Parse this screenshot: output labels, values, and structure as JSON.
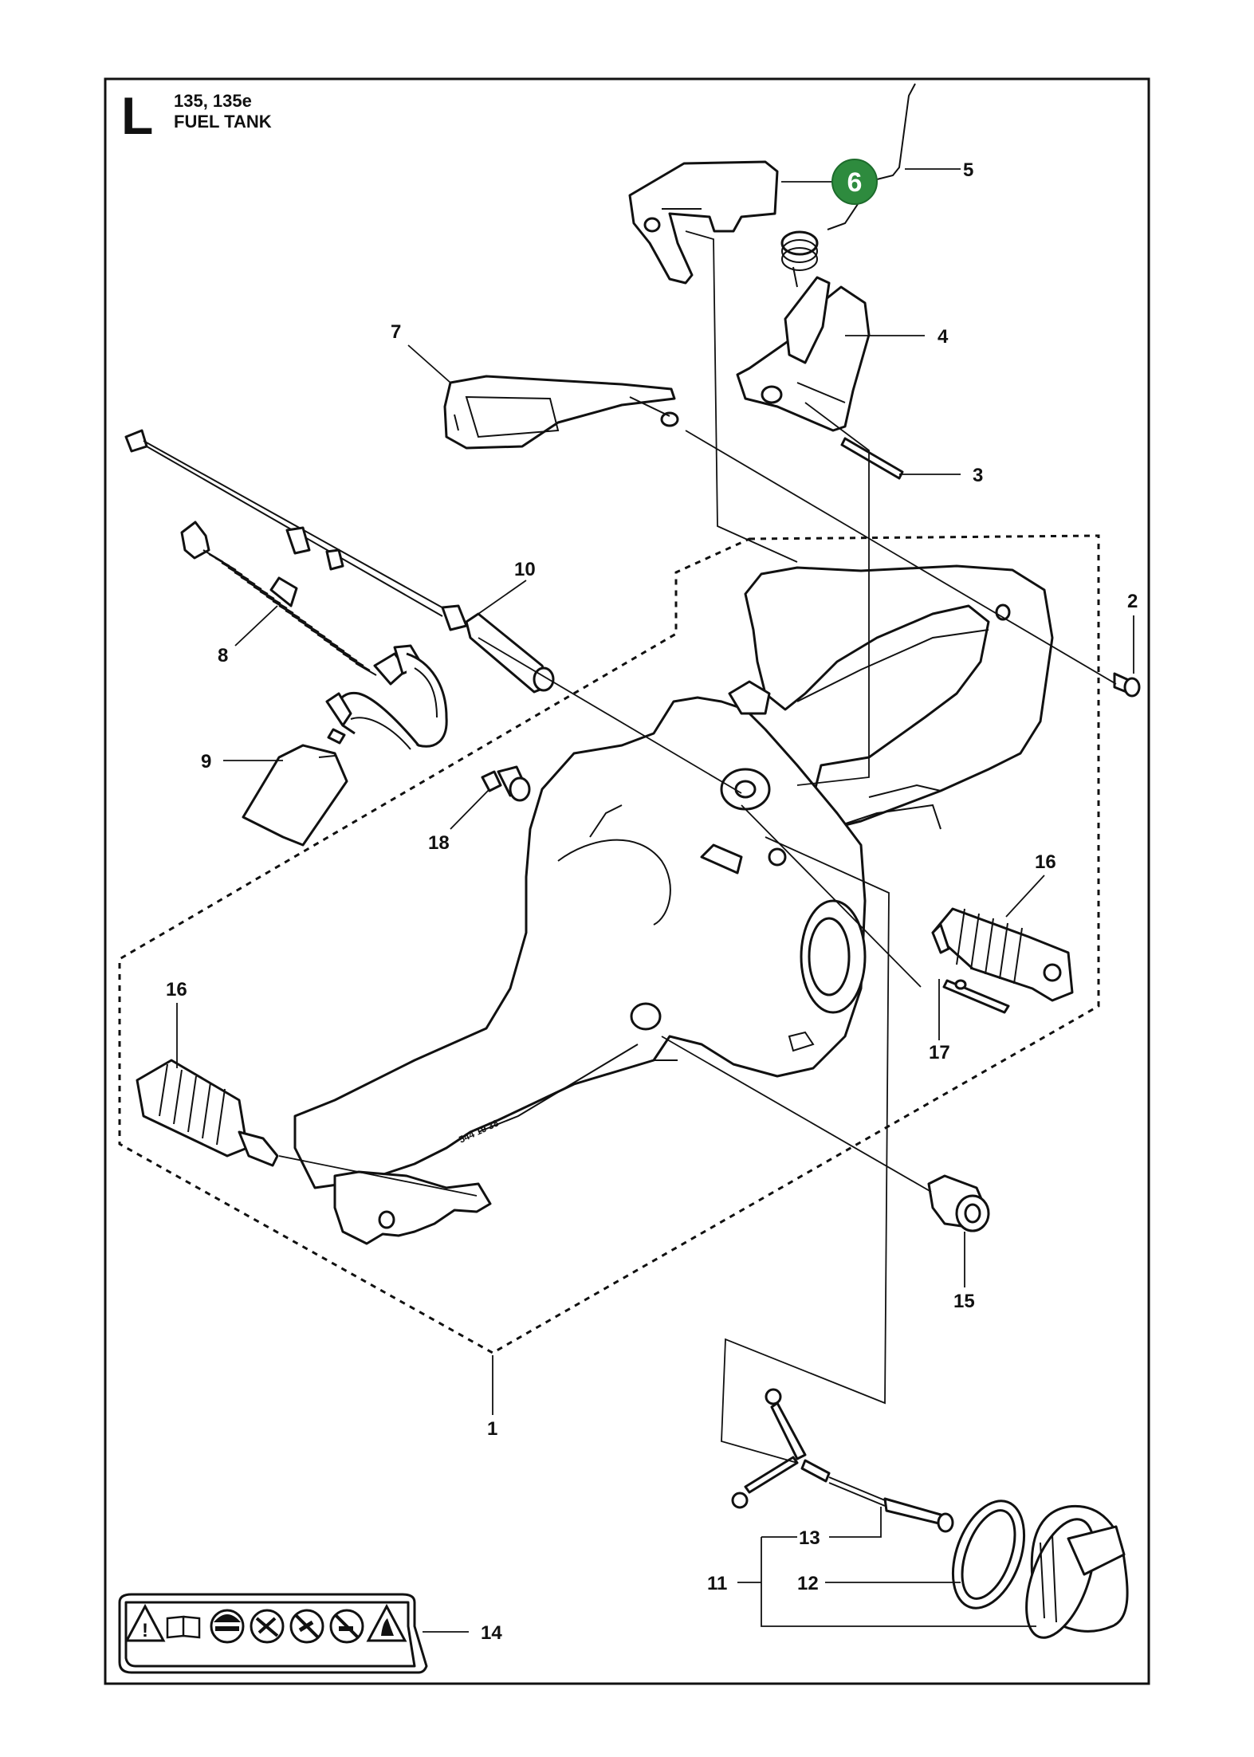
{
  "header": {
    "section_letter": "L",
    "models": "135, 135e",
    "title": "FUEL TANK"
  },
  "highlight": {
    "label": "6",
    "color": "#2e8b3e"
  },
  "part_labels": {
    "p1": "1",
    "p2": "2",
    "p3": "3",
    "p4": "4",
    "p5": "5",
    "p7": "7",
    "p8": "8",
    "p9": "9",
    "p10": "10",
    "p11": "11",
    "p12": "12",
    "p13": "13",
    "p14": "14",
    "p15": "15",
    "p16a": "16",
    "p16b": "16",
    "p17": "17",
    "p18": "18"
  },
  "tank_marking": "544 19 38",
  "warning_icons": [
    "warning-triangle-icon",
    "manual-book-icon",
    "ear-eye-protection-icon",
    "no-kickback-icon",
    "no-one-hand-icon",
    "no-smoking-icon",
    "flammable-icon"
  ]
}
